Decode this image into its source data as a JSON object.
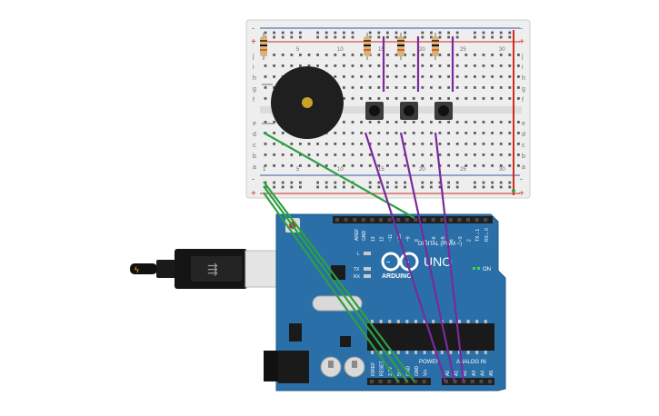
{
  "canvas": {
    "background": "#ffffff"
  },
  "breadboard": {
    "rail_plus": "+",
    "rail_minus": "-",
    "row_labels_top": [
      "j",
      "i",
      "h",
      "g",
      "f"
    ],
    "row_labels_bottom": [
      "e",
      "d",
      "c",
      "b",
      "a"
    ],
    "column_numbers": [
      "1",
      "5",
      "10",
      "15",
      "20",
      "25",
      "30"
    ],
    "colors": {
      "body": "#eeeeee",
      "red_rail": "#d12a1f",
      "blue_rail": "#3a55a8",
      "hole": "#5b5b5b"
    }
  },
  "arduino": {
    "brand": "ARDUINO",
    "model": "UNO",
    "on_label": "ON",
    "digital_label": "DIGITAL (PWM ~)",
    "power_label": "POWER",
    "analog_label": "ANALOG IN",
    "aref_label": "AREF",
    "gnd_label": "GND",
    "digital_pins": [
      "13",
      "12",
      "~11",
      "~10",
      "~9",
      "8",
      "7",
      "~6",
      "~5",
      "4",
      "~3",
      "2",
      "TX→1",
      "RX←0"
    ],
    "power_pins": [
      "IOREF",
      "RESET",
      "3.3V",
      "5V",
      "GND",
      "GND",
      "Vin"
    ],
    "analog_pins": [
      "A0",
      "A1",
      "A2",
      "A3",
      "A4",
      "A5"
    ],
    "led_labels": [
      "L",
      "TX",
      "RX"
    ],
    "colors": {
      "board": "#2a6fa8",
      "header": "#202020",
      "chip": "#1a1a1a"
    }
  },
  "components": {
    "piezo": "buzzer",
    "buttons": 3,
    "resistors": 4
  },
  "wires": {
    "purple": "#7a2a9b",
    "green": "#2ea043",
    "red": "#d12a1f"
  }
}
